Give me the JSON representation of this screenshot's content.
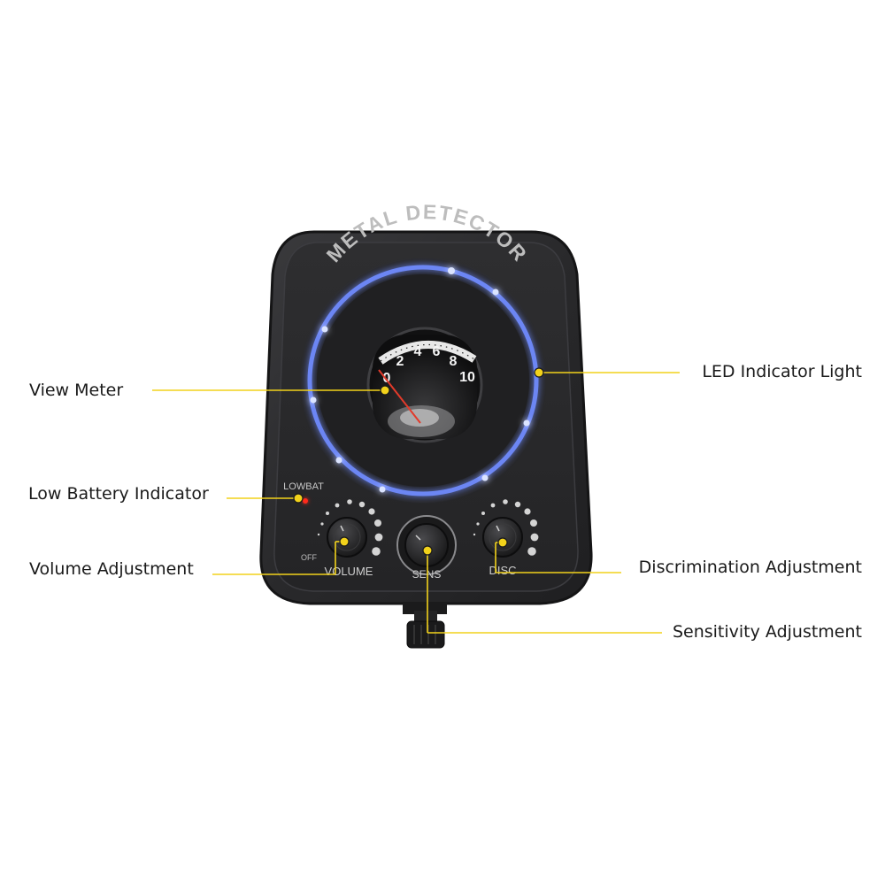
{
  "device": {
    "brand_text": "METAL DETECTOR",
    "meter_ticks": [
      "0",
      "2",
      "4",
      "6",
      "8",
      "10"
    ],
    "lowbat_text": "LOWBAT",
    "off_text": "OFF",
    "volume_text": "VOLUME",
    "sens_text": "SENS",
    "disc_text": "DISC"
  },
  "callouts": {
    "view_meter": "View Meter",
    "low_battery": "Low Battery Indicator",
    "volume": "Volume Adjustment",
    "led": "LED Indicator Light",
    "discrimination": "Discrimination Adjustment",
    "sensitivity": "Sensitivity Adjustment"
  },
  "colors": {
    "callout_line": "#f2d21b",
    "callout_dot": "#f2d21b",
    "led_ring": "#6f8cff",
    "body": "#2b2b2d",
    "lowbat_led": "#ff2a1a",
    "needle": "#e23a2a"
  }
}
